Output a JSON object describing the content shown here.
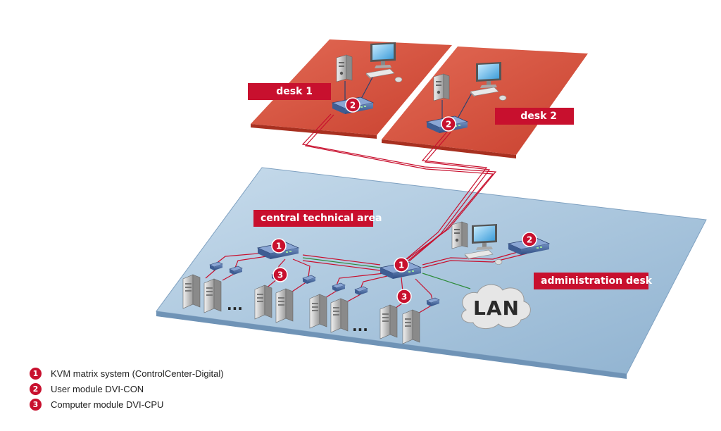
{
  "labels": {
    "desk1": "desk 1",
    "desk2": "desk 2",
    "central": "central technical area",
    "admin": "administration desk",
    "lan": "LAN",
    "dots": "..."
  },
  "badges": {
    "one": "1",
    "two": "2",
    "three": "3"
  },
  "legend": [
    {
      "num": "1",
      "text": "KVM matrix system (ControlCenter-Digital)"
    },
    {
      "num": "2",
      "text": "User module DVI-CON"
    },
    {
      "num": "3",
      "text": "Computer module DVI-CPU"
    }
  ],
  "colors": {
    "accent": "#c8102e",
    "desk": "#d85a48",
    "floor": "#a7c4dd",
    "lan_link": "#2e8b3a"
  },
  "icons": [
    "computer-tower-icon",
    "monitor-icon",
    "keyboard-icon",
    "mouse-icon",
    "server-icon",
    "module-icon",
    "cloud-icon"
  ]
}
